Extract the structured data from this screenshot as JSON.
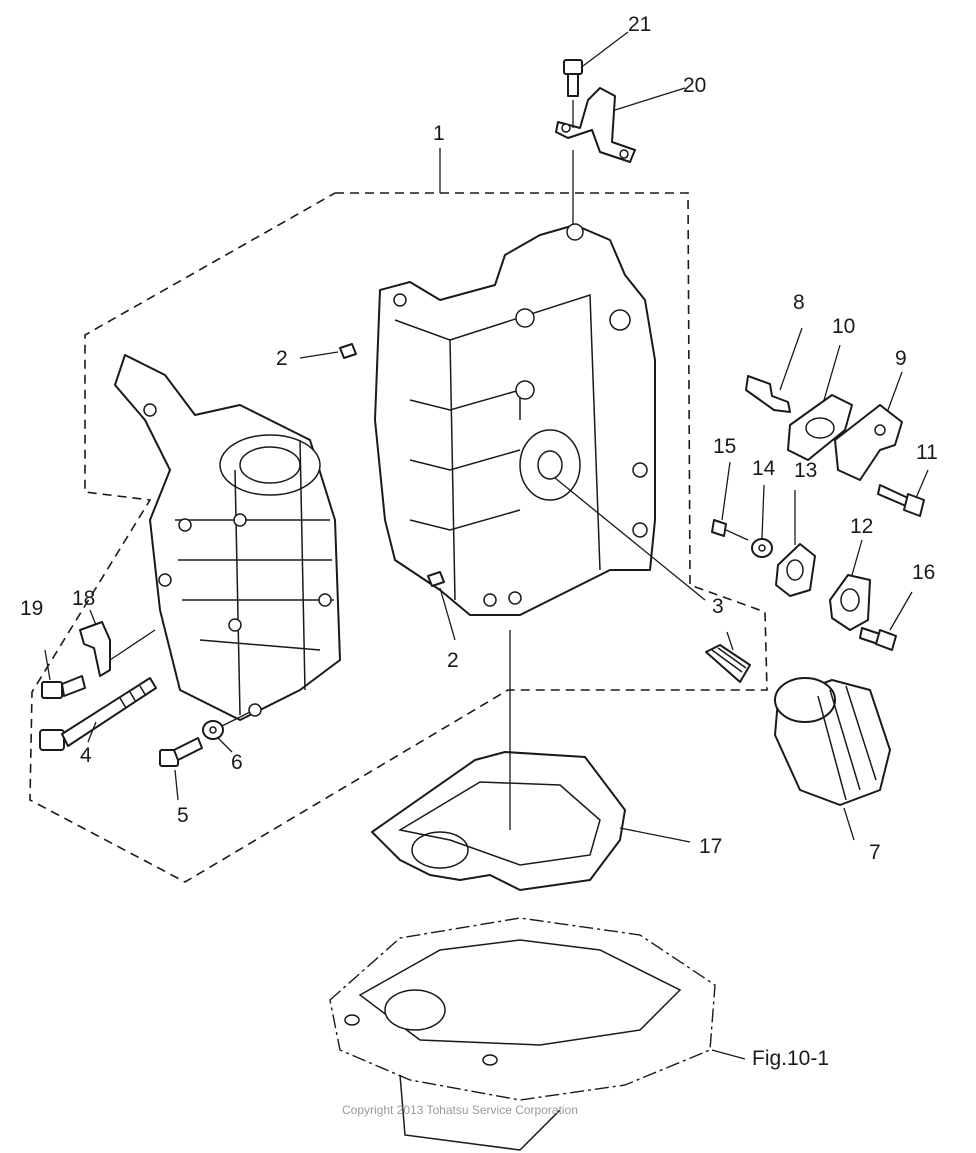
{
  "callouts": {
    "c1": "1",
    "c2a": "2",
    "c2b": "2",
    "c3": "3",
    "c4": "4",
    "c5": "5",
    "c6": "6",
    "c7": "7",
    "c8": "8",
    "c9": "9",
    "c10": "10",
    "c11": "11",
    "c12": "12",
    "c13": "13",
    "c14": "14",
    "c15": "15",
    "c16": "16",
    "c17": "17",
    "c18": "18",
    "c19": "19",
    "c20": "20",
    "c21": "21"
  },
  "figure_reference": "Fig.10-1",
  "copyright": "Copyright 2013 Tohatsu Service Corporation"
}
